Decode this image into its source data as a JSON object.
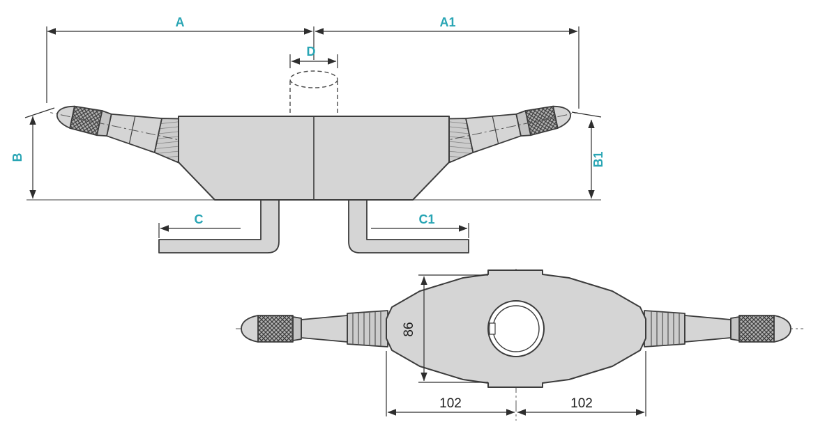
{
  "drawing": {
    "title": "steering-column-switch-dimension-drawing",
    "colors": {
      "dim_label": "#29a5b4",
      "outline": "#3c3c3c",
      "fill": "#d5d5d5",
      "background": "#ffffff"
    },
    "labels": {
      "A": "A",
      "A1": "A1",
      "D": "D",
      "B": "B",
      "B1": "B1",
      "C": "C",
      "C1": "C1",
      "height_86": "86",
      "offset_left_102": "102",
      "offset_right_102": "102"
    }
  }
}
